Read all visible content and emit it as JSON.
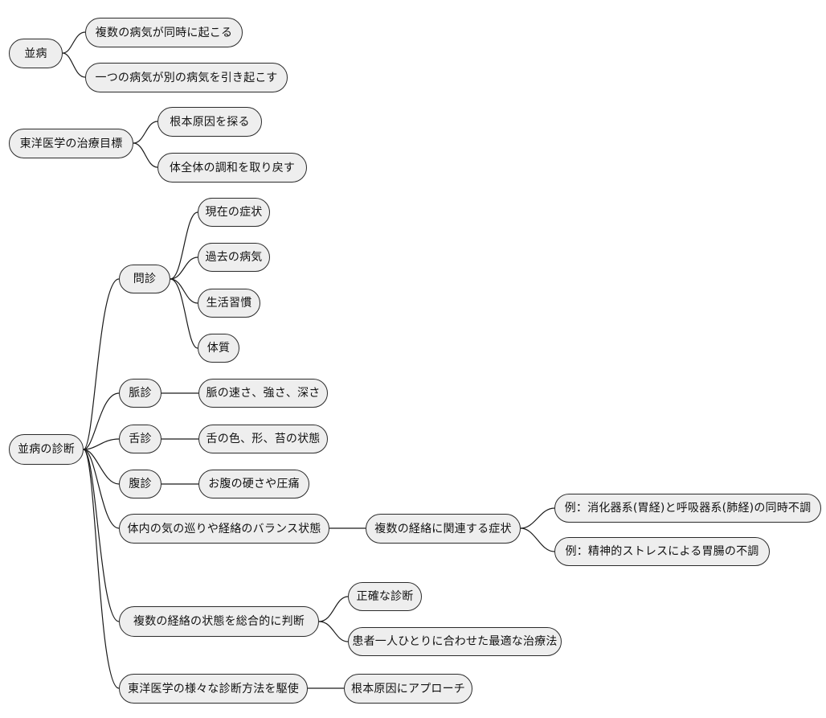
{
  "diagram": {
    "type": "mind-map",
    "background": "#ffffff",
    "node_fill": "#eeeeee",
    "node_border": "#2b2b2b",
    "edge_color": "#1a1a1a",
    "text_color": "#111111",
    "clusters": [
      {
        "id": "heibyou",
        "root": "並病",
        "children": [
          "複数の病気が同時に起こる",
          "一つの病気が別の病気を引き起こす"
        ]
      },
      {
        "id": "chiryou-mokuhyou",
        "root": "東洋医学の治療目標",
        "children": [
          "根本原因を探る",
          "体全体の調和を取り戻す"
        ]
      },
      {
        "id": "shindan",
        "root": "並病の診断",
        "children": [
          "問診",
          "脈診",
          "舌診",
          "腹診",
          "体内の気の巡りや経絡のバランス状態",
          "複数の経絡の状態を総合的に判断",
          "東洋医学の様々な診断方法を駆使"
        ]
      }
    ],
    "nodes": {
      "n_heibyou": "並病",
      "n_heibyou_c1": "複数の病気が同時に起こる",
      "n_heibyou_c2": "一つの病気が別の病気を引き起こす",
      "n_mokuhyou": "東洋医学の治療目標",
      "n_mokuhyou_c1": "根本原因を探る",
      "n_mokuhyou_c2": "体全体の調和を取り戻す",
      "n_shindan": "並病の診断",
      "n_monshin": "問診",
      "n_monshin_c1": "現在の症状",
      "n_monshin_c2": "過去の病気",
      "n_monshin_c3": "生活習慣",
      "n_monshin_c4": "体質",
      "n_myakushin": "脈診",
      "n_myakushin_c1": "脈の速さ、強さ、深さ",
      "n_zesshin": "舌診",
      "n_zesshin_c1": "舌の色、形、苔の状態",
      "n_fukushin": "腹診",
      "n_fukushin_c1": "お腹の硬さや圧痛",
      "n_balance": "体内の気の巡りや経絡のバランス状態",
      "n_balance_c1": "複数の経絡に関連する症状",
      "n_example1": "例：消化器系(胃経)と呼吸器系(肺経)の同時不調",
      "n_example2": "例：精神的ストレスによる胃腸の不調",
      "n_sougou": "複数の経絡の状態を総合的に判断",
      "n_sougou_c1": "正確な診断",
      "n_sougou_c2": "患者一人ひとりに合わせた最適な治療法",
      "n_houhou": "東洋医学の様々な診断方法を駆使",
      "n_houhou_c1": "根本原因にアプローチ"
    }
  }
}
